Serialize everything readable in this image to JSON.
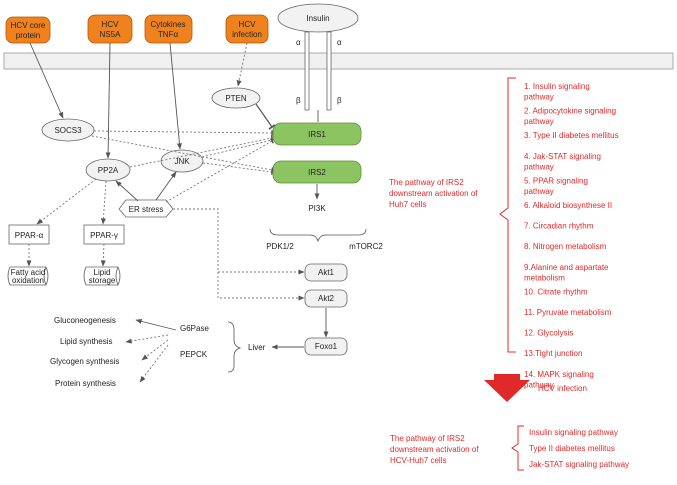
{
  "colors": {
    "orange": "#f0821e",
    "green": "#8cc462",
    "red": "#e02a2a",
    "node_fill": "#f2f2f2",
    "membrane": "#f0f0f0",
    "line": "#555555"
  },
  "stimuli": {
    "hcv_core": [
      "HCV core",
      "protein"
    ],
    "hcv_ns5a": [
      "HCV",
      "NS5A"
    ],
    "cytokines": [
      "Cytokines",
      "TNFα"
    ],
    "hcv_infection": [
      "HCV",
      "infection"
    ]
  },
  "receptor": {
    "insulin": "Insulin",
    "alpha": "α",
    "beta": "β"
  },
  "nodes": {
    "pten": "PTEN",
    "socs3": "SOCS3",
    "irs1": "IRS1",
    "irs2": "IRS2",
    "pp2a": "PP2A",
    "jnk": "JNK",
    "er_stress": "ER stress",
    "pi3k": "PI3K",
    "pdk": "PDK1/2",
    "mtorc2": "mTORC2",
    "ppar_a": "PPAR-α",
    "ppar_g": "PPAR-γ",
    "fatty_acid": [
      "Fatty acid",
      "oxidation"
    ],
    "lipid_storage": [
      "Lipid",
      "storage"
    ],
    "akt1": "Akt1",
    "akt2": "Akt2",
    "foxo1": "Foxo1",
    "liver": "Liver",
    "g6pase": "G6Pase",
    "pepck": "PEPCK"
  },
  "outcomes": [
    "Gluconeogenesis",
    "Lipid synthesis",
    "Glycogen synthesis",
    "Protein synthesis"
  ],
  "irs2_label": [
    "The pathway of IRS2",
    "downstream activation of",
    "Huh7 cells"
  ],
  "pathways": [
    [
      "1. Insulin signaling",
      "pathway"
    ],
    [
      "2. Adipocytokine signaling",
      "pathway"
    ],
    [
      "3. Type II diabetes mellitus"
    ],
    [
      "4. Jak-STAT signaling",
      "pathway"
    ],
    [
      "5. PPAR signaling",
      "pathway"
    ],
    [
      "6. Alkaloid biosynthese II"
    ],
    [
      "7. Circadian rhythm"
    ],
    [
      "8. Nitrogen metabolism"
    ],
    [
      "9.Alanine and aspartate",
      "metabolism"
    ],
    [
      "10. Citrate rhythm"
    ],
    [
      "11. Pyruvate metabolism"
    ],
    [
      "12. Glycolysis"
    ],
    [
      "13.Tight junction"
    ],
    [
      "14. MAPK signaling",
      "pathway"
    ]
  ],
  "hcv_infection_arrow": "HCV infection",
  "hcv_huh7_label": [
    "The pathway of IRS2",
    "downstream activation of",
    "HCV-Huh7 cells"
  ],
  "hcv_pathways": [
    "Insulin signaling pathway",
    "Type II diabetes mellitus",
    "Jak-STAT signaling pathway"
  ]
}
